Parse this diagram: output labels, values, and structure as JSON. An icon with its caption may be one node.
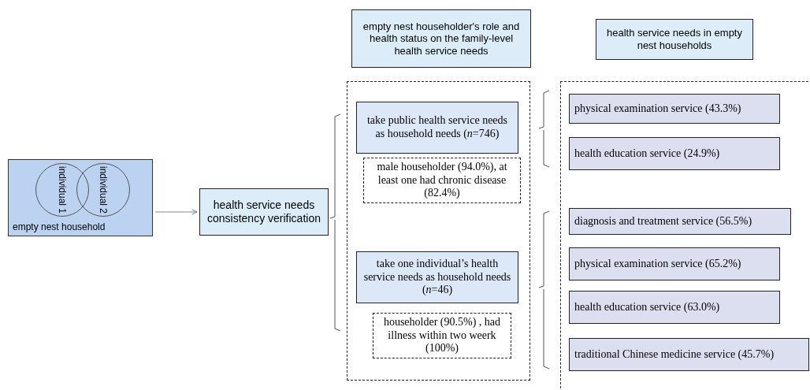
{
  "diagram": {
    "nodes": [
      {
        "text": [
          "empty nest household"
        ]
      },
      {
        "text": [
          "individual 1"
        ],
        "in": 0
      },
      {
        "text": [
          "individual 2"
        ],
        "in": 0
      },
      {
        "text": [
          "health service needs consistency verification"
        ]
      },
      {
        "text": [
          "empty nest householder's role and health status on the family-level health service needs"
        ]
      },
      {
        "text": [
          "health service needs in empty nest households"
        ]
      },
      {
        "text": [],
        "shape": "box"
      },
      {
        "text": [
          "take public health service needs as household needs (*n*=746)"
        ],
        "in": 6
      },
      {
        "text": [
          "male householder (94.0%), at least one had chronic disease (82.4%)"
        ],
        "in": 6
      },
      {
        "text": [
          "take one individual’s health service needs as household needs (*n*=46)"
        ],
        "in": 6
      },
      {
        "text": [
          "householder (90.5%) , had illness within two weerk (100%)"
        ],
        "in": 6
      },
      {
        "text": [],
        "shape": "box"
      },
      {
        "text": [
          "physical examination service (43.3%)"
        ],
        "in": 11
      },
      {
        "text": [
          "health education service (24.9%)"
        ],
        "in": 11
      },
      {
        "text": [
          "diagnosis and treatment service (56.5%)"
        ],
        "in": 11
      },
      {
        "text": [
          "physical examination service (65.2%)"
        ],
        "in": 11
      },
      {
        "text": [
          "health education service (63.0%)"
        ],
        "in": 11
      },
      {
        "text": [
          "traditional Chinese medicine service (45.7%)"
        ],
        "in": 11
      }
    ],
    "edges": [
      {
        "from": 0,
        "to": 3,
        "arrow": "to"
      }
    ]
  }
}
